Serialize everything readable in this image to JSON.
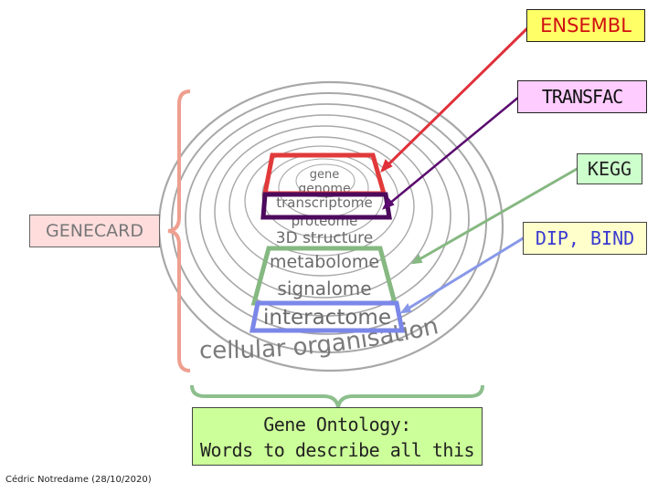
{
  "databases": {
    "ensembl": "ENSEMBL",
    "transfac": "TRANSFAC",
    "kegg": "KEGG",
    "dip_bind": "DIP, BIND",
    "genecard": "GENECARD"
  },
  "layers": {
    "gene": "gene",
    "genome": "genome",
    "transcriptome": "transcriptome",
    "proteome": "proteome",
    "structure_3d": "3D structure",
    "metabolome": "metabolome",
    "signalome": "signalome",
    "interactome": "interactome",
    "cellular": "cellular organisation"
  },
  "gene_ontology": {
    "line1": "Gene Ontology:",
    "line2": "Words to describe all this"
  },
  "credit": "Cédric Notredame (28/10/2020)",
  "colors": {
    "ensembl_fill": "#ffff66",
    "ensembl_text": "#d01010",
    "ensembl_arrow": "#e0303a",
    "transfac_fill": "#ffccff",
    "transfac_arrow": "#5a0a6e",
    "kegg_fill": "#ccffcc",
    "kegg_arrow": "#86b882",
    "dip_fill": "#ffffcc",
    "dip_text": "#3a3ad0",
    "dip_arrow": "#8898e8",
    "genecard_fill": "#ffdddd",
    "genecard_brace": "#ef9f8f",
    "go_fill": "#ccff99",
    "go_brace": "#8dbf8d"
  }
}
